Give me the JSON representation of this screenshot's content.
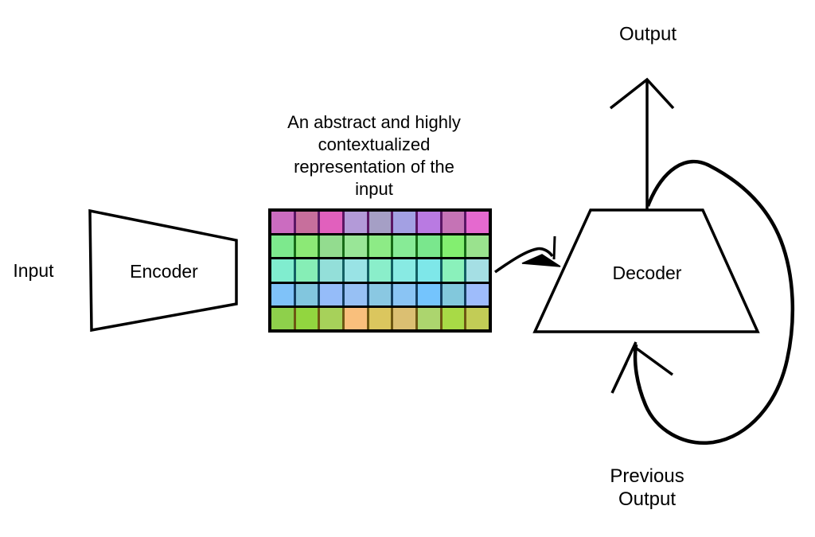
{
  "labels": {
    "input": "Input",
    "encoder": "Encoder",
    "decoder": "Decoder",
    "output": "Output",
    "previous_output": "Previous Output"
  },
  "caption": {
    "text": "An abstract and highly contextualized representation of the input",
    "lines": [
      "An abstract and highly",
      "contextualized",
      "representation of the",
      "input"
    ]
  },
  "colors": {
    "background": "#ffffff",
    "stroke": "#000000",
    "text": "#000000"
  },
  "matrix": {
    "rows": 5,
    "cols": 9,
    "outer_border": "#000000",
    "row_data": [
      {
        "name": "pink-purple-row",
        "separator": "#5a1664",
        "cells": [
          "#cb6cc0",
          "#c76f9c",
          "#e160bd",
          "#b39ad8",
          "#a59fc5",
          "#a3a0e3",
          "#b97ae2",
          "#c573b5",
          "#e569cf"
        ]
      },
      {
        "name": "green-row",
        "separator": "#176b17",
        "cells": [
          "#7de98d",
          "#8ce976",
          "#93dc8f",
          "#99e697",
          "#8deb86",
          "#87eb96",
          "#7ae78d",
          "#83ef70",
          "#9ae28e"
        ]
      },
      {
        "name": "teal-row",
        "separator": "#125f63",
        "cells": [
          "#80edcf",
          "#86eeb6",
          "#93dfd9",
          "#99e3e5",
          "#8aeeca",
          "#88eae3",
          "#7ee7e9",
          "#8af1bb",
          "#a5dfe4"
        ]
      },
      {
        "name": "blue-row",
        "separator": "#143e60",
        "cells": [
          "#7fc2f9",
          "#82c6de",
          "#95bcf9",
          "#97c0f4",
          "#8ac8e2",
          "#8ac4f4",
          "#74c4fd",
          "#82c8dc",
          "#9ebcfb"
        ]
      },
      {
        "name": "yellow-green-row",
        "separator": "#6d5712",
        "cells": [
          "#8ed04b",
          "#92d63f",
          "#a7d15a",
          "#f9bf7c",
          "#dbc65e",
          "#dbbf72",
          "#acd56e",
          "#a8da46",
          "#c2cc56"
        ]
      }
    ]
  }
}
